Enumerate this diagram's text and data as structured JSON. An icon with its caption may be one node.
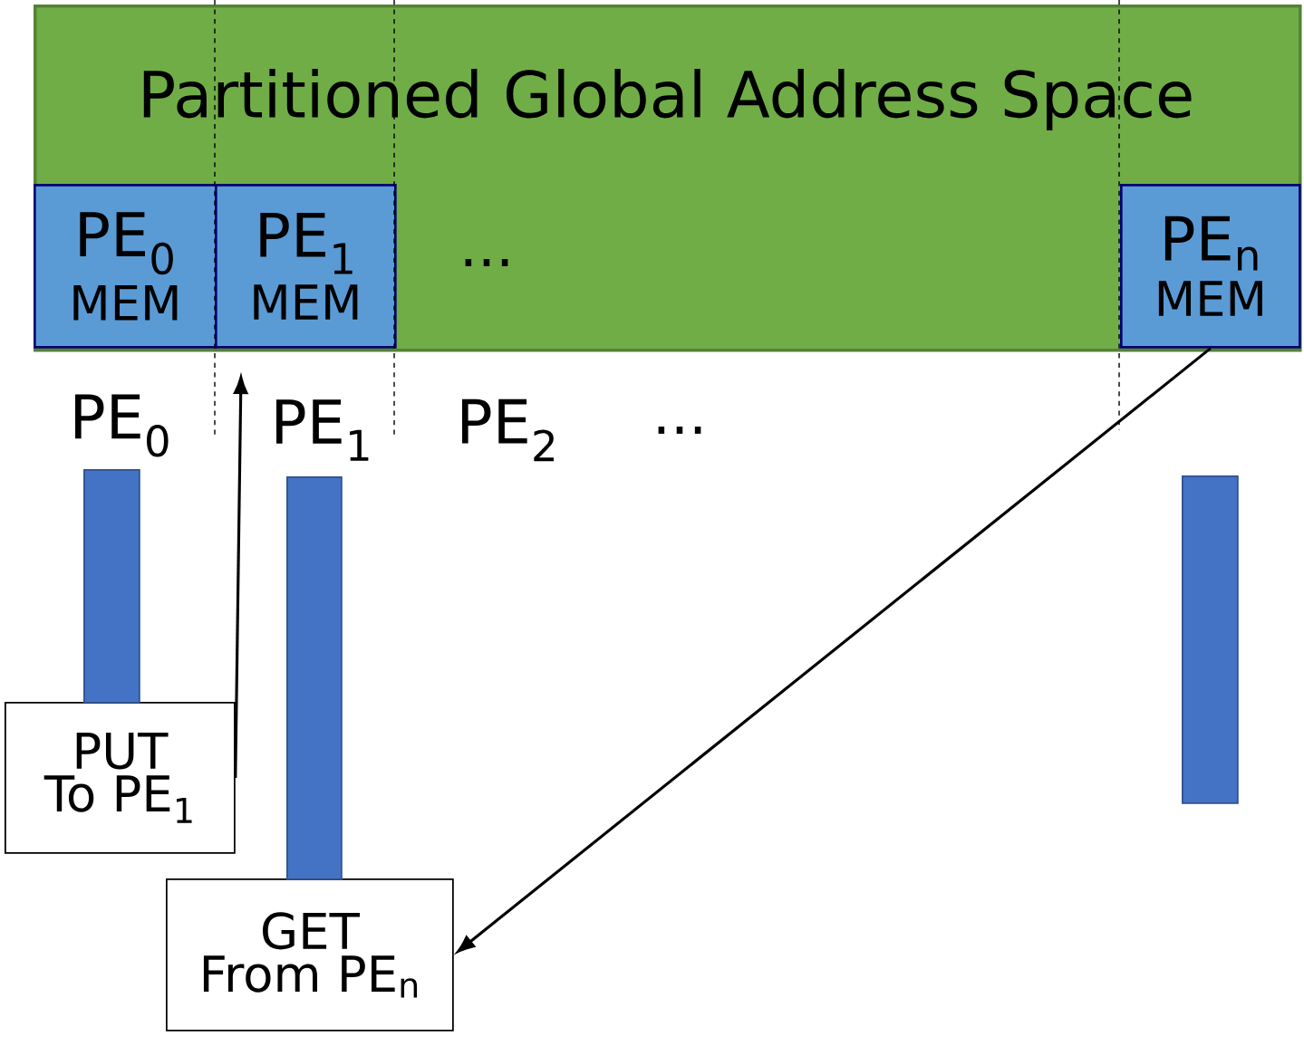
{
  "diagram": {
    "nodes": [
      {
        "text": [
          "Partitioned Global Address Space"
        ]
      },
      {
        "text": [
          "PE$_{0}$",
          "MEM"
        ],
        "in": 0
      },
      {
        "text": [
          "PE$_{1}$",
          "MEM"
        ],
        "in": 0
      },
      {
        "text": [
          "PE$_{n}$",
          "MEM"
        ],
        "in": 0
      },
      {
        "text": [
          "PUT",
          "To PE$_{1}$"
        ]
      },
      {
        "text": [
          "GET",
          "From PE$_{n}$"
        ]
      },
      {
        "text": [],
        "shape": "bar"
      },
      {
        "text": [],
        "shape": "bar"
      },
      {
        "text": [],
        "shape": "bar"
      }
    ],
    "edges": [
      {
        "from": 4,
        "to": 2,
        "arrow": "to"
      },
      {
        "from": 3,
        "to": 5,
        "arrow": "to"
      }
    ],
    "labels": [
      "...",
      "PE$_{0}$",
      "PE$_{1}$",
      "PE$_{2}$",
      "..."
    ]
  }
}
